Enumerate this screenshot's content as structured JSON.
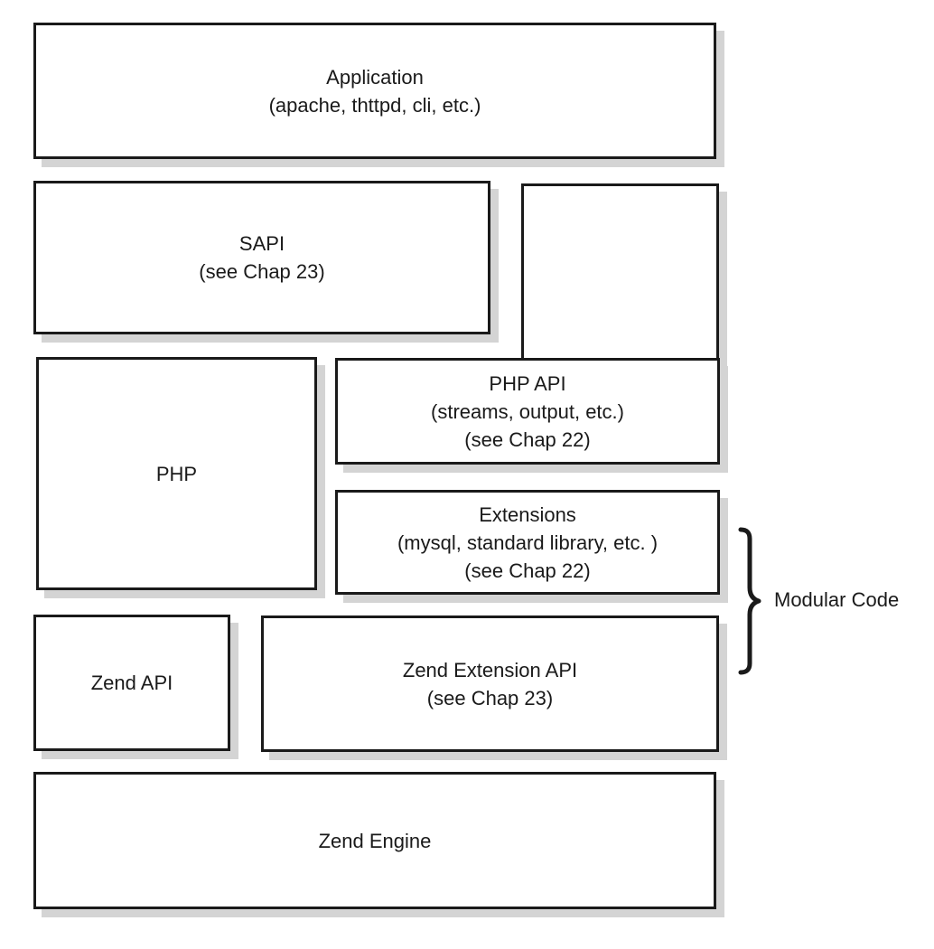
{
  "diagram": {
    "boxes": {
      "application": {
        "line1": "Application",
        "line2": "(apache, thttpd, cli, etc.)"
      },
      "sapi": {
        "line1": "SAPI",
        "line2": "(see Chap 23)"
      },
      "php": {
        "line1": "PHP"
      },
      "php_api": {
        "line1": "PHP API",
        "line2": "(streams, output, etc.)",
        "line3": "(see Chap 22)"
      },
      "extensions": {
        "line1": "Extensions",
        "line2": "(mysql, standard library, etc. )",
        "line3": "(see Chap 22)"
      },
      "zend_api": {
        "line1": "Zend API"
      },
      "zend_extension_api": {
        "line1": "Zend Extension API",
        "line2": "(see Chap 23)"
      },
      "zend_engine": {
        "line1": "Zend Engine"
      }
    },
    "brace_label": "Modular Code"
  }
}
